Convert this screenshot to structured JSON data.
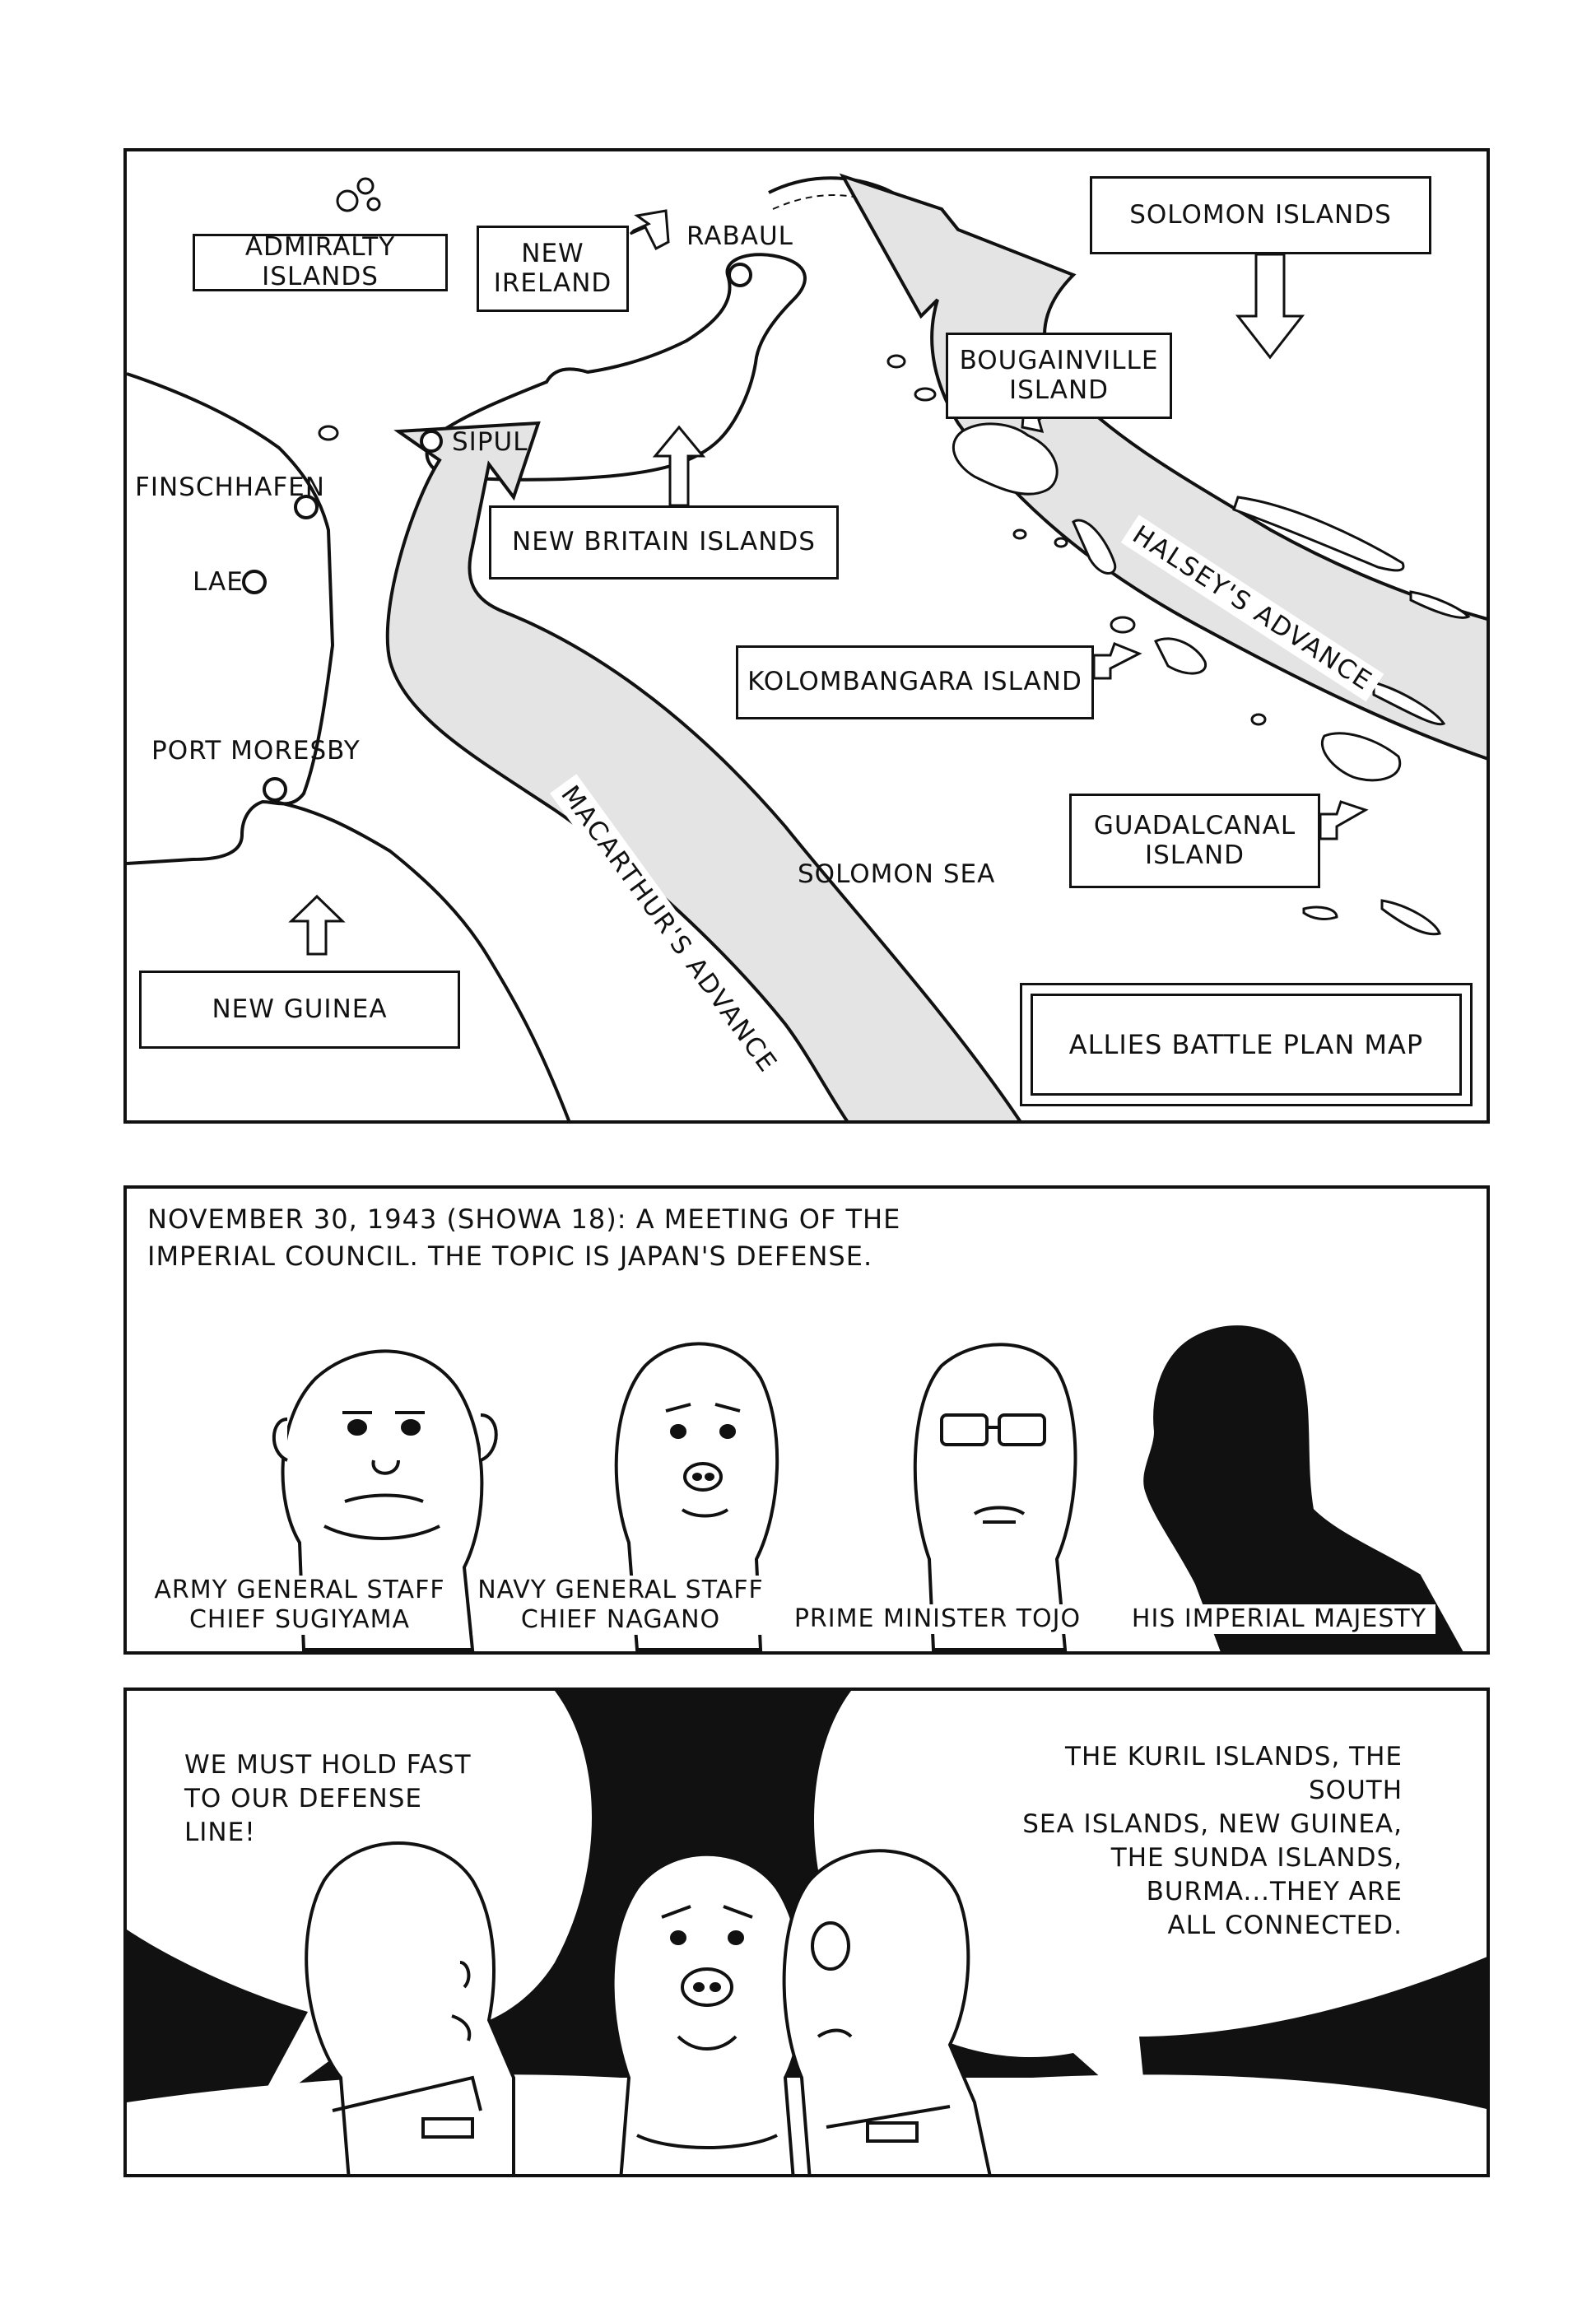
{
  "map_panel": {
    "labels": {
      "admiralty_islands": "ADMIRALTY ISLANDS",
      "new_ireland": "NEW\nIRELAND",
      "rabaul": "RABAUL",
      "solomon_islands": "SOLOMON ISLANDS",
      "bougainville_island": "BOUGAINVILLE\nISLAND",
      "sipul": "SIPUL",
      "finschhafen": "FINSCHHAFEN",
      "lae": "LAE",
      "new_britain_islands": "NEW BRITAIN ISLANDS",
      "halseys_advance": "HALSEY'S ADVANCE",
      "kolombangara_island": "KOLOMBANGARA ISLAND",
      "port_moresby": "PORT MORESBY",
      "macarthurs_advance": "MACARTHUR'S ADVANCE",
      "guadalcanal_island": "GUADALCANAL\nISLAND",
      "solomon_sea": "SOLOMON SEA",
      "new_guinea": "NEW GUINEA"
    },
    "legend_title": "ALLIES BATTLE PLAN MAP"
  },
  "council_panel": {
    "caption_line1": "NOVEMBER 30, 1943 (SHOWA 18): A MEETING OF THE",
    "caption_line2": "IMPERIAL COUNCIL. THE TOPIC IS JAPAN'S DEFENSE.",
    "figures": [
      {
        "name": "ARMY GENERAL STAFF\nCHIEF SUGIYAMA"
      },
      {
        "name": "NAVY GENERAL STAFF\nCHIEF NAGANO"
      },
      {
        "name": "PRIME MINISTER TOJO"
      },
      {
        "name": "HIS IMPERIAL MAJESTY"
      }
    ]
  },
  "generals_panel": {
    "speech_left": "WE MUST HOLD FAST\nTO OUR DEFENSE\nLINE!",
    "speech_right": "THE KURIL ISLANDS, THE SOUTH\nSEA ISLANDS, NEW GUINEA,\nTHE SUNDA ISLANDS,\nBURMA...THEY ARE\nALL CONNECTED."
  }
}
